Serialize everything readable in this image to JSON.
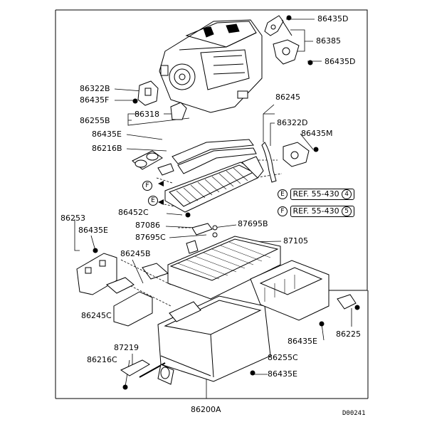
{
  "labels": {
    "p86435D_top": "86435D",
    "p86385": "86385",
    "p86435D_bot": "86435D",
    "p86322B": "86322B",
    "p86435F": "86435F",
    "p86318": "86318",
    "p86255B": "86255B",
    "p86245_top": "86245",
    "p86322D": "86322D",
    "p86435M": "86435M",
    "p86435E_1": "86435E",
    "p86216B": "86216B",
    "p86452C": "86452C",
    "p87086": "87086",
    "p87695B": "87695B",
    "p87695C": "87695C",
    "p86253": "86253",
    "p86435E_2": "86435E",
    "p87105": "87105",
    "p86245B": "86245B",
    "p86245C": "86245C",
    "p86225": "86225",
    "p86435E_3": "86435E",
    "p87219": "87219",
    "p86255C": "86255C",
    "p86216C": "86216C",
    "p86435E_4": "86435E",
    "p86200A": "86200A"
  },
  "refs": [
    {
      "circle": "E",
      "text": "REF. 55-430",
      "num": "4"
    },
    {
      "circle": "F",
      "text": "REF. 55-430",
      "num": "5"
    }
  ],
  "callouts": {
    "f": "F",
    "e": "E"
  },
  "diagram_id": "D00241"
}
